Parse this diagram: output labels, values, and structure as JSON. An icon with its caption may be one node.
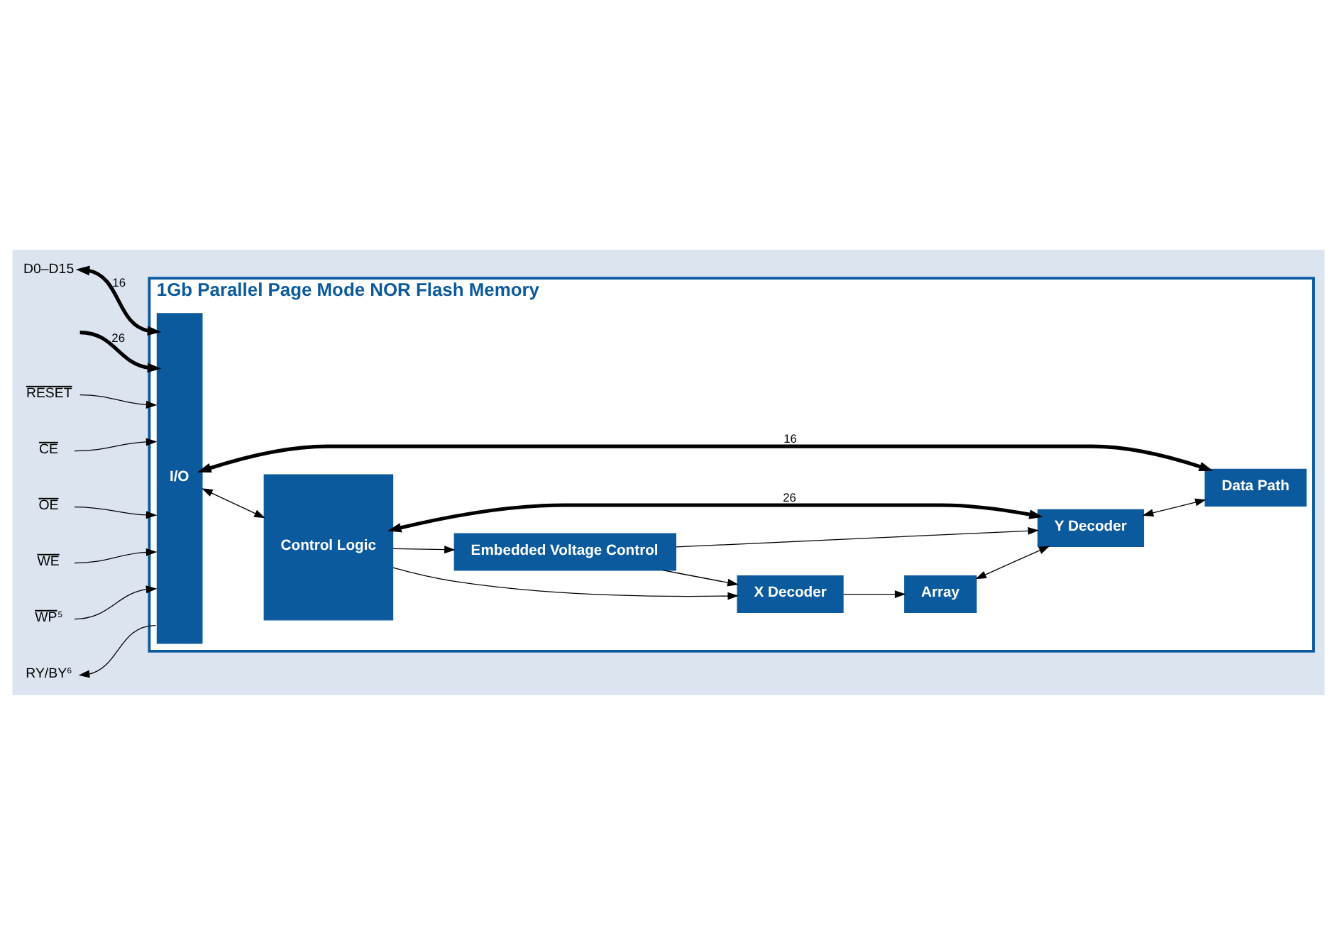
{
  "diagram": {
    "nodes": [
      {
        "text": [
          "1Gb Parallel Page Mode NOR Flash Memory"
        ]
      },
      {
        "text": [
          "I/O"
        ],
        "in": 0
      },
      {
        "text": [
          "Embedded Voltage Control"
        ],
        "in": 0
      },
      {
        "text": [
          "Control Logic"
        ],
        "in": 0
      },
      {
        "text": [
          "X Decoder"
        ],
        "in": 0
      },
      {
        "text": [
          "Array"
        ],
        "in": 0
      },
      {
        "text": [
          "Y Decoder"
        ],
        "in": 0
      },
      {
        "text": [
          "Data Path"
        ],
        "in": 0
      },
      {
        "text": [
          "D0–D15"
        ]
      },
      {
        "text": [
          "RESET"
        ]
      },
      {
        "text": [
          "CE"
        ]
      },
      {
        "text": [
          "OE"
        ]
      },
      {
        "text": [
          "WE"
        ]
      },
      {
        "text": [
          "WP$^{5}$"
        ]
      },
      {
        "text": [
          "RY/BY$^{6}$"
        ]
      }
    ],
    "edges": [
      {
        "from": 8,
        "to": 1,
        "arrow": "both",
        "label": "16",
        "style": "thick"
      },
      {
        "from": null,
        "to": 1,
        "arrow": "to",
        "label": "26",
        "style": "thick"
      },
      {
        "from": 9,
        "to": 1,
        "arrow": "to"
      },
      {
        "from": 10,
        "to": 1,
        "arrow": "to"
      },
      {
        "from": 11,
        "to": 1,
        "arrow": "to"
      },
      {
        "from": 12,
        "to": 1,
        "arrow": "to"
      },
      {
        "from": 13,
        "to": 1,
        "arrow": "to"
      },
      {
        "from": 1,
        "to": 14,
        "arrow": "to"
      },
      {
        "from": 1,
        "to": 3,
        "arrow": "both"
      },
      {
        "from": 3,
        "to": 2,
        "arrow": "to"
      },
      {
        "from": 2,
        "to": 4,
        "arrow": "to"
      },
      {
        "from": 2,
        "to": 6,
        "arrow": "to"
      },
      {
        "from": 4,
        "to": 5,
        "arrow": "to"
      },
      {
        "from": 5,
        "to": 6,
        "arrow": "both"
      },
      {
        "from": 3,
        "to": 4,
        "arrow": "to"
      },
      {
        "from": 3,
        "to": 6,
        "arrow": "both",
        "label": "26",
        "style": "thick"
      },
      {
        "from": 6,
        "to": 7,
        "arrow": "both"
      },
      {
        "from": 7,
        "to": 1,
        "arrow": "both",
        "label": "16",
        "style": "thick"
      }
    ]
  }
}
